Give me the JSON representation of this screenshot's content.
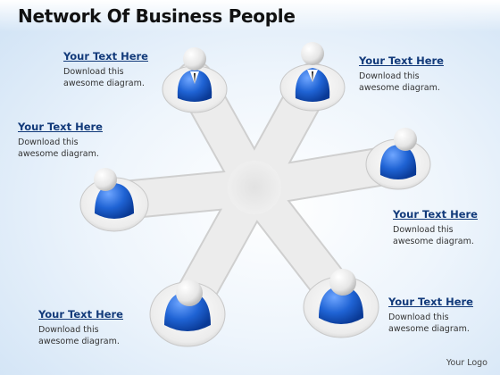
{
  "title": "Network Of Business People",
  "logo": "Your Logo",
  "colors": {
    "figure_blue": "#1f63d4",
    "arm_gray": "#d9d9d9",
    "heading_blue": "#123a7a"
  },
  "labels": [
    {
      "heading": "Your Text Here",
      "line1": "Download this",
      "line2": "awesome diagram."
    },
    {
      "heading": "Your Text Here",
      "line1": "Download this",
      "line2": "awesome diagram."
    },
    {
      "heading": "Your Text Here",
      "line1": "Download this",
      "line2": "awesome diagram."
    },
    {
      "heading": "Your Text Here",
      "line1": "Download this",
      "line2": "awesome diagram."
    },
    {
      "heading": "Your Text Here",
      "line1": "Download this",
      "line2": "awesome diagram."
    },
    {
      "heading": "Your Text Here",
      "line1": "Download this",
      "line2": "awesome diagram."
    }
  ],
  "figures": [
    "person-figure",
    "person-figure",
    "person-figure",
    "person-figure",
    "person-figure",
    "person-figure"
  ]
}
